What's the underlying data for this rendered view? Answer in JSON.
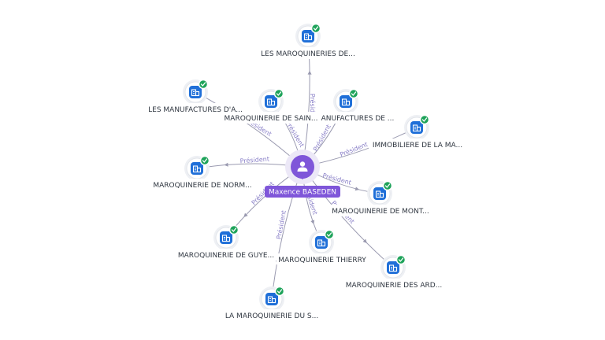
{
  "colors": {
    "person_accent": "#7f56d9",
    "company_icon": "#1f6fd8",
    "verified_badge": "#1ea35a",
    "edge": "#9a9ab0",
    "relation_text": "#8a80c8"
  },
  "icons": {
    "person": "person-icon",
    "company": "building-icon",
    "verified": "check-badge-icon"
  },
  "person": {
    "name": "Maxence BASEDEN"
  },
  "relations": [
    {
      "to": 0,
      "label": "Président"
    },
    {
      "to": 1,
      "label": "Président"
    },
    {
      "to": 2,
      "label": "Président"
    },
    {
      "to": 3,
      "label": "Président"
    },
    {
      "to": 4,
      "label": "Président"
    },
    {
      "to": 5,
      "label": "Président"
    },
    {
      "to": 6,
      "label": "Président"
    },
    {
      "to": 7,
      "label": "Président"
    },
    {
      "to": 8,
      "label": "Président"
    },
    {
      "to": 9,
      "label": "Président"
    },
    {
      "to": 10,
      "label": "Président"
    },
    {
      "to": 11,
      "label": "Président"
    }
  ],
  "companies": [
    {
      "name": "LES MAROQUINERIES DE..."
    },
    {
      "name": "LES MANUFACTURES D'A..."
    },
    {
      "name": "MAROQUINERIE DE SAIN..."
    },
    {
      "name": "ANUFACTURES DE ..."
    },
    {
      "name": "IMMOBILIERE DE LA MA..."
    },
    {
      "name": "MAROQUINERIE DE NORM..."
    },
    {
      "name": "MAROQUINERIE DE MONT..."
    },
    {
      "name": "MAROQUINERIE DE GUYE..."
    },
    {
      "name": "MAROQUINERIE THIERRY"
    },
    {
      "name": "MAROQUINERIE DES ARD..."
    },
    {
      "name": "LA MAROQUINERIE DU S..."
    }
  ]
}
